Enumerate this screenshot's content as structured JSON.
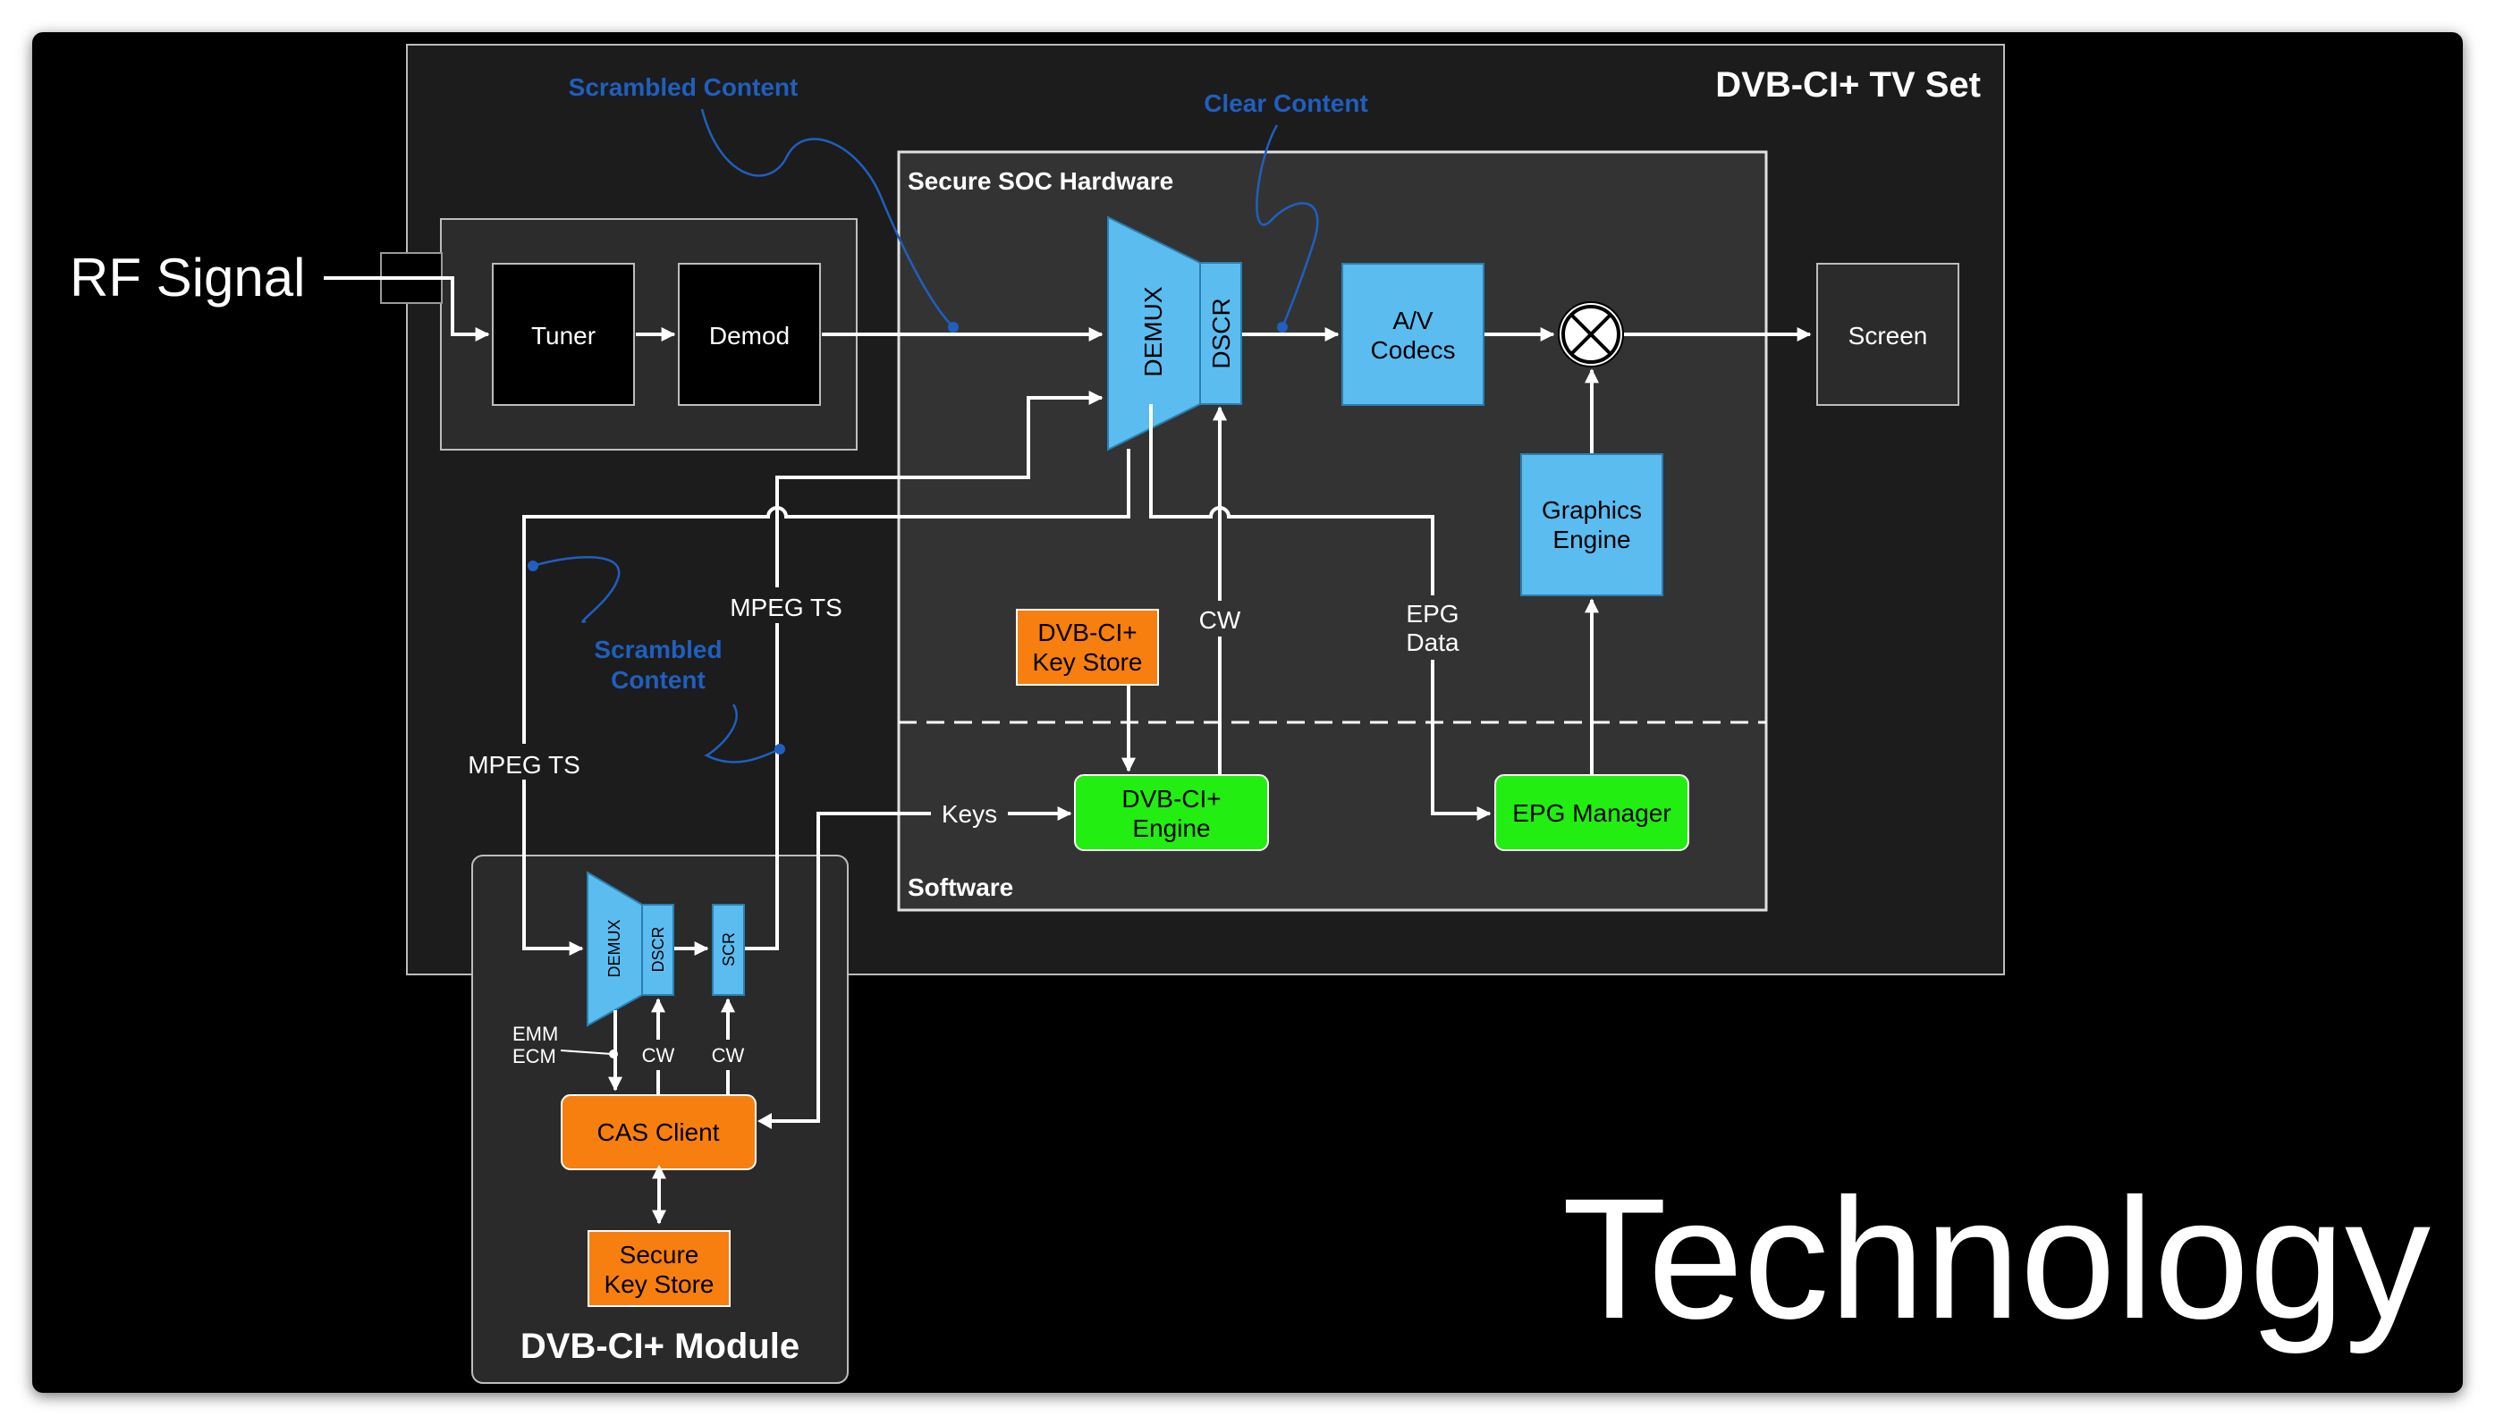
{
  "tv_set": {
    "title": "DVB-CI+ TV Set"
  },
  "rf_signal": {
    "label": "RF Signal"
  },
  "tuner": {
    "label": "Tuner"
  },
  "demod": {
    "label": "Demod"
  },
  "secure_soc": {
    "title": "Secure SOC Hardware"
  },
  "software": {
    "title": "Software"
  },
  "soc_demux": {
    "label": "DEMUX"
  },
  "soc_dscr": {
    "label": "DSCR"
  },
  "av_codecs": {
    "line1": "A/V",
    "line2": "Codecs"
  },
  "screen": {
    "label": "Screen"
  },
  "graphics_engine": {
    "line1": "Graphics",
    "line2": "Engine"
  },
  "key_store": {
    "line1": "DVB-CI+",
    "line2": "Key Store"
  },
  "ci_engine": {
    "line1": "DVB-CI+",
    "line2": "Engine"
  },
  "epg_manager": {
    "label": "EPG Manager"
  },
  "labels": {
    "scrambled_top": "Scrambled Content",
    "clear_content": "Clear Content",
    "scrambled_mid_1": "Scrambled",
    "scrambled_mid_2": "Content",
    "mpeg_ts_1": "MPEG TS",
    "mpeg_ts_2": "MPEG TS",
    "cw_soc": "CW",
    "epg_1": "EPG",
    "epg_2": "Data",
    "keys": "Keys",
    "emm": "EMM",
    "ecm": "ECM",
    "cw_1": "CW",
    "cw_2": "CW"
  },
  "module": {
    "title": "DVB-CI+ Module",
    "demux": "DEMUX",
    "dscr": "DSCR",
    "scr": "SCR",
    "cas_client": "CAS Client",
    "secure_key_store_1": "Secure",
    "secure_key_store_2": "Key Store"
  },
  "technology": "Technology",
  "colors": {
    "blue_box": "#5bbcf0",
    "orange_box": "#f77f0f",
    "green_box": "#22ee11",
    "annotation_blue": "#1f5fbf",
    "panel_fill": "#1c1c1c",
    "soc_fill": "#333333"
  }
}
